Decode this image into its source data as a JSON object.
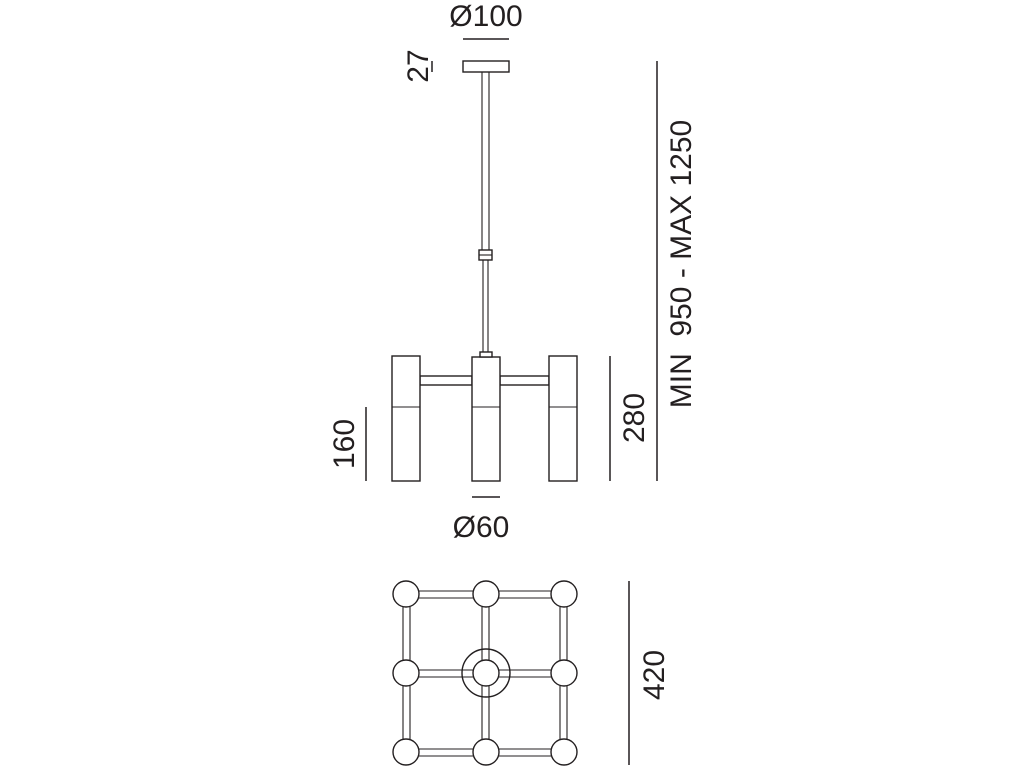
{
  "dimensions": {
    "canopy_diameter": "Ø100",
    "canopy_height": "27",
    "total_height": "MIN  950 - MAX 1250",
    "body_height": "280",
    "shade_height": "160",
    "shade_diameter": "Ø60",
    "plan_width": "420"
  },
  "colors": {
    "line": "#231f20",
    "background": "#ffffff"
  }
}
